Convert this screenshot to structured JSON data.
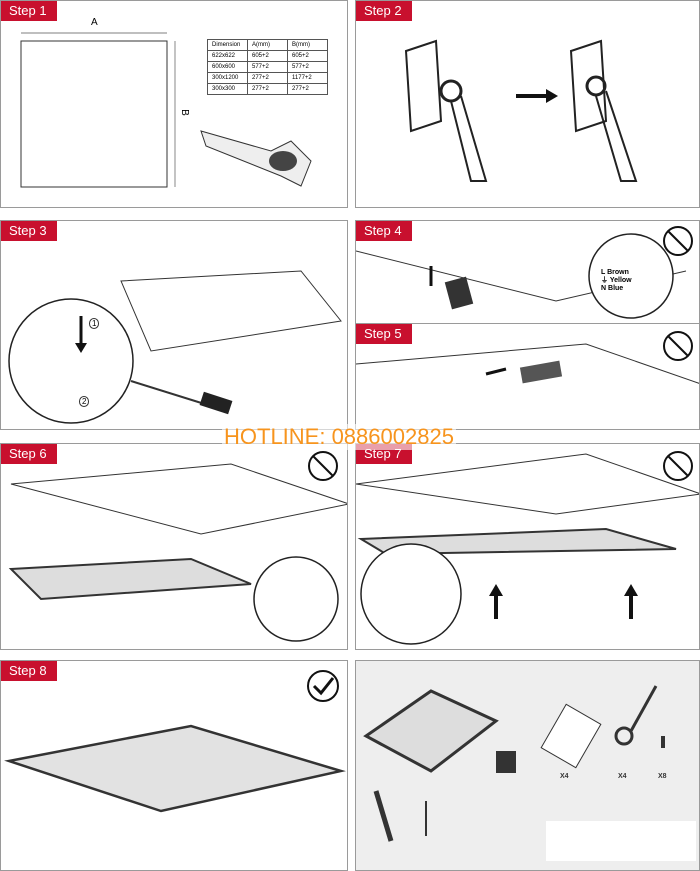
{
  "steps": [
    "Step 1",
    "Step 2",
    "Step 3",
    "Step 4",
    "Step 5",
    "Step 6",
    "Step 7",
    "Step 8"
  ],
  "step1": {
    "label_a": "A",
    "label_b": "B",
    "table": {
      "headers": [
        "Dimension",
        "A(mm)",
        "B(mm)"
      ],
      "rows": [
        [
          "622x622",
          "605+2",
          "605+2"
        ],
        [
          "600x600",
          "577+2",
          "577+2"
        ],
        [
          "300x1200",
          "277+2",
          "1177+2"
        ],
        [
          "300x300",
          "277+2",
          "277+2"
        ]
      ]
    }
  },
  "step3": {
    "marker_1": "1",
    "marker_2": "2"
  },
  "step4": {
    "wiring": [
      {
        "code": "L",
        "color": "Brown"
      },
      {
        "code": "⏚",
        "color": "Yellow"
      },
      {
        "code": "N",
        "color": "Blue"
      }
    ]
  },
  "kit": {
    "quantities": [
      "X4",
      "X4",
      "X8"
    ]
  },
  "hotline": "HOTLINE: 0886002825",
  "icons": [
    "no-power-icon",
    "check-icon"
  ],
  "colors": {
    "tag": "#c8102e",
    "hotline": "#f7941d",
    "kit_bg": "#eeeeee"
  }
}
